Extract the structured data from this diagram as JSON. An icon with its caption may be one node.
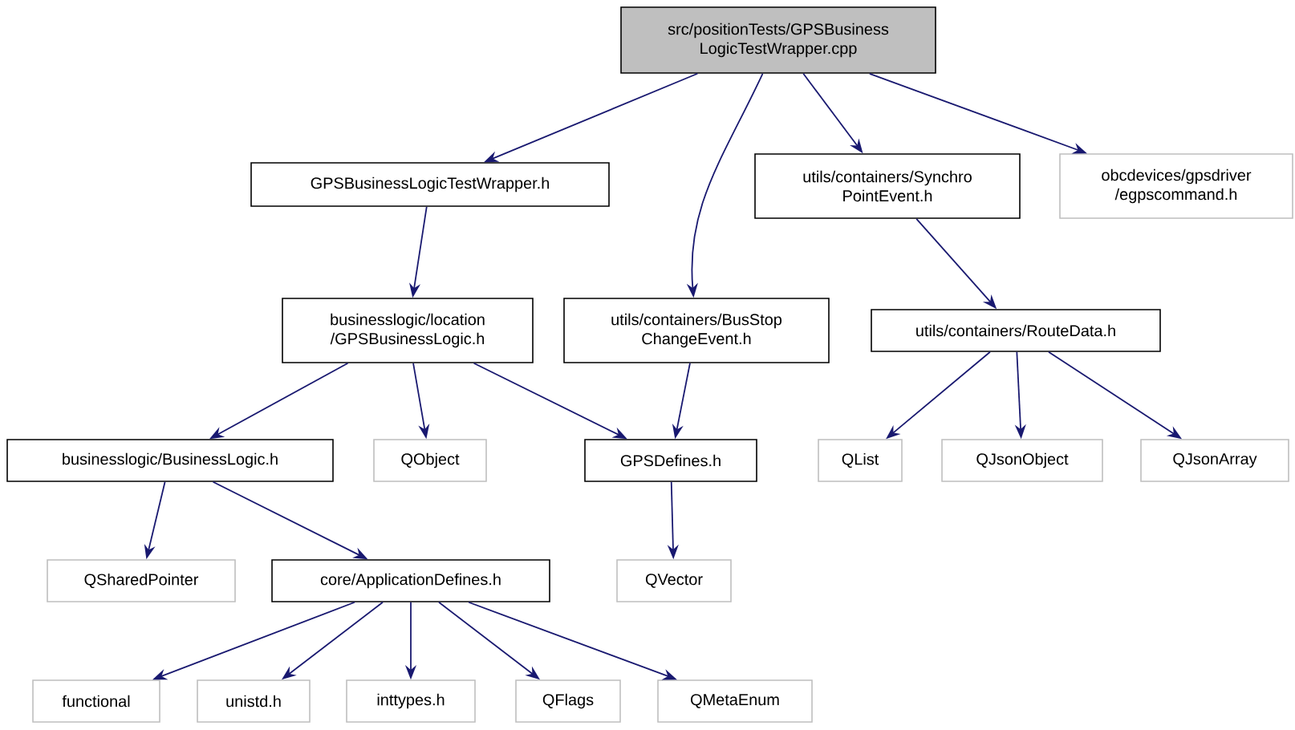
{
  "diagram": {
    "nodes": [
      {
        "text": [
          "src/positionTests/GPSBusiness LogicTestWrapper.cpp"
        ]
      },
      {
        "text": [
          "GPSBusinessLogicTestWrapper.h"
        ]
      },
      {
        "text": [
          "utils/containers/Synchro PointEvent.h"
        ]
      },
      {
        "text": [
          "obcdevices/gpsdriver /egpscommand.h"
        ]
      },
      {
        "text": [
          "businesslogic/location /GPSBusinessLogic.h"
        ]
      },
      {
        "text": [
          "utils/containers/BusStop ChangeEvent.h"
        ]
      },
      {
        "text": [
          "utils/containers/RouteData.h"
        ]
      },
      {
        "text": [
          "businesslogic/BusinessLogic.h"
        ]
      },
      {
        "text": [
          "QObject"
        ]
      },
      {
        "text": [
          "GPSDefines.h"
        ]
      },
      {
        "text": [
          "QList"
        ]
      },
      {
        "text": [
          "QJsonObject"
        ]
      },
      {
        "text": [
          "QJsonArray"
        ]
      },
      {
        "text": [
          "QSharedPointer"
        ]
      },
      {
        "text": [
          "core/ApplicationDefines.h"
        ]
      },
      {
        "text": [
          "QVector"
        ]
      },
      {
        "text": [
          "functional"
        ]
      },
      {
        "text": [
          "unistd.h"
        ]
      },
      {
        "text": [
          "inttypes.h"
        ]
      },
      {
        "text": [
          "QFlags"
        ]
      },
      {
        "text": [
          "QMetaEnum"
        ]
      }
    ],
    "edges": [
      {
        "from": 0,
        "to": 1,
        "arrow": "to"
      },
      {
        "from": 0,
        "to": 5,
        "arrow": "to"
      },
      {
        "from": 0,
        "to": 2,
        "arrow": "to"
      },
      {
        "from": 0,
        "to": 3,
        "arrow": "to"
      },
      {
        "from": 1,
        "to": 4,
        "arrow": "to"
      },
      {
        "from": 2,
        "to": 6,
        "arrow": "to"
      },
      {
        "from": 4,
        "to": 7,
        "arrow": "to"
      },
      {
        "from": 4,
        "to": 8,
        "arrow": "to"
      },
      {
        "from": 4,
        "to": 9,
        "arrow": "to"
      },
      {
        "from": 5,
        "to": 9,
        "arrow": "to"
      },
      {
        "from": 6,
        "to": 10,
        "arrow": "to"
      },
      {
        "from": 6,
        "to": 11,
        "arrow": "to"
      },
      {
        "from": 6,
        "to": 12,
        "arrow": "to"
      },
      {
        "from": 7,
        "to": 13,
        "arrow": "to"
      },
      {
        "from": 7,
        "to": 14,
        "arrow": "to"
      },
      {
        "from": 9,
        "to": 15,
        "arrow": "to"
      },
      {
        "from": 14,
        "to": 16,
        "arrow": "to"
      },
      {
        "from": 14,
        "to": 17,
        "arrow": "to"
      },
      {
        "from": 14,
        "to": 18,
        "arrow": "to"
      },
      {
        "from": 14,
        "to": 19,
        "arrow": "to"
      },
      {
        "from": 14,
        "to": 20,
        "arrow": "to"
      }
    ]
  }
}
